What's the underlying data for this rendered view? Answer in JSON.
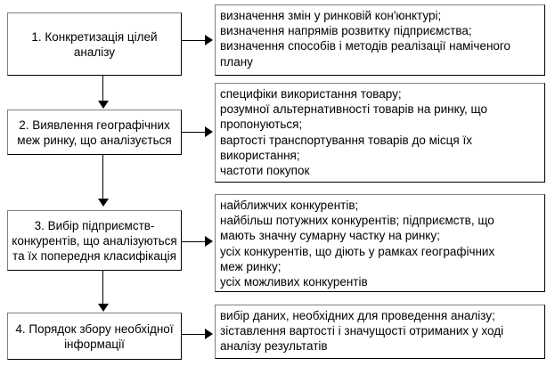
{
  "diagram": {
    "type": "flowchart",
    "orientation": "vertical-with-side-details",
    "stages": [
      {
        "id": "stage-1",
        "label": "1. Конкретизація цілей\nаналізу",
        "details": "визначення змін у ринковій кон'юнктурі;\nвизначення напрямів розвитку підприємства;\nвизначення способів і методів реалізації наміченого\nплану"
      },
      {
        "id": "stage-2",
        "label": "2. Виявлення географічних\nмеж ринку, що аналізується",
        "details": "специфіки використання товару;\nрозумної альтернативності товарів на ринку, що\nпропонуються;\nвартості транспортування товарів до місця їх\nвикористання;\nчастоти покупок"
      },
      {
        "id": "stage-3",
        "label": "3. Вибір підприємств-\nконкурентів, що аналізуються\nта їх попередня класифікація",
        "details": "найближчих конкурентів;\n найбільш потужних конкурентів; підприємств, що\nмають значну сумарну частку на ринку;\nусіх конкурентів, що діють у рамках географічних\nмеж ринку;\nусіх можливих конкурентів"
      },
      {
        "id": "stage-4",
        "label": "4. Порядок збору необхідної\nінформації",
        "details": "  вибір даних, необхідних для проведення аналізу;\n  зіставлення вартості і значущості отриманих у ході\nаналізу результатів"
      }
    ],
    "colors": {
      "border_light": "#808080",
      "border_dark": "#000000",
      "text": "#000000",
      "background": "#ffffff",
      "connector": "#000000"
    }
  }
}
